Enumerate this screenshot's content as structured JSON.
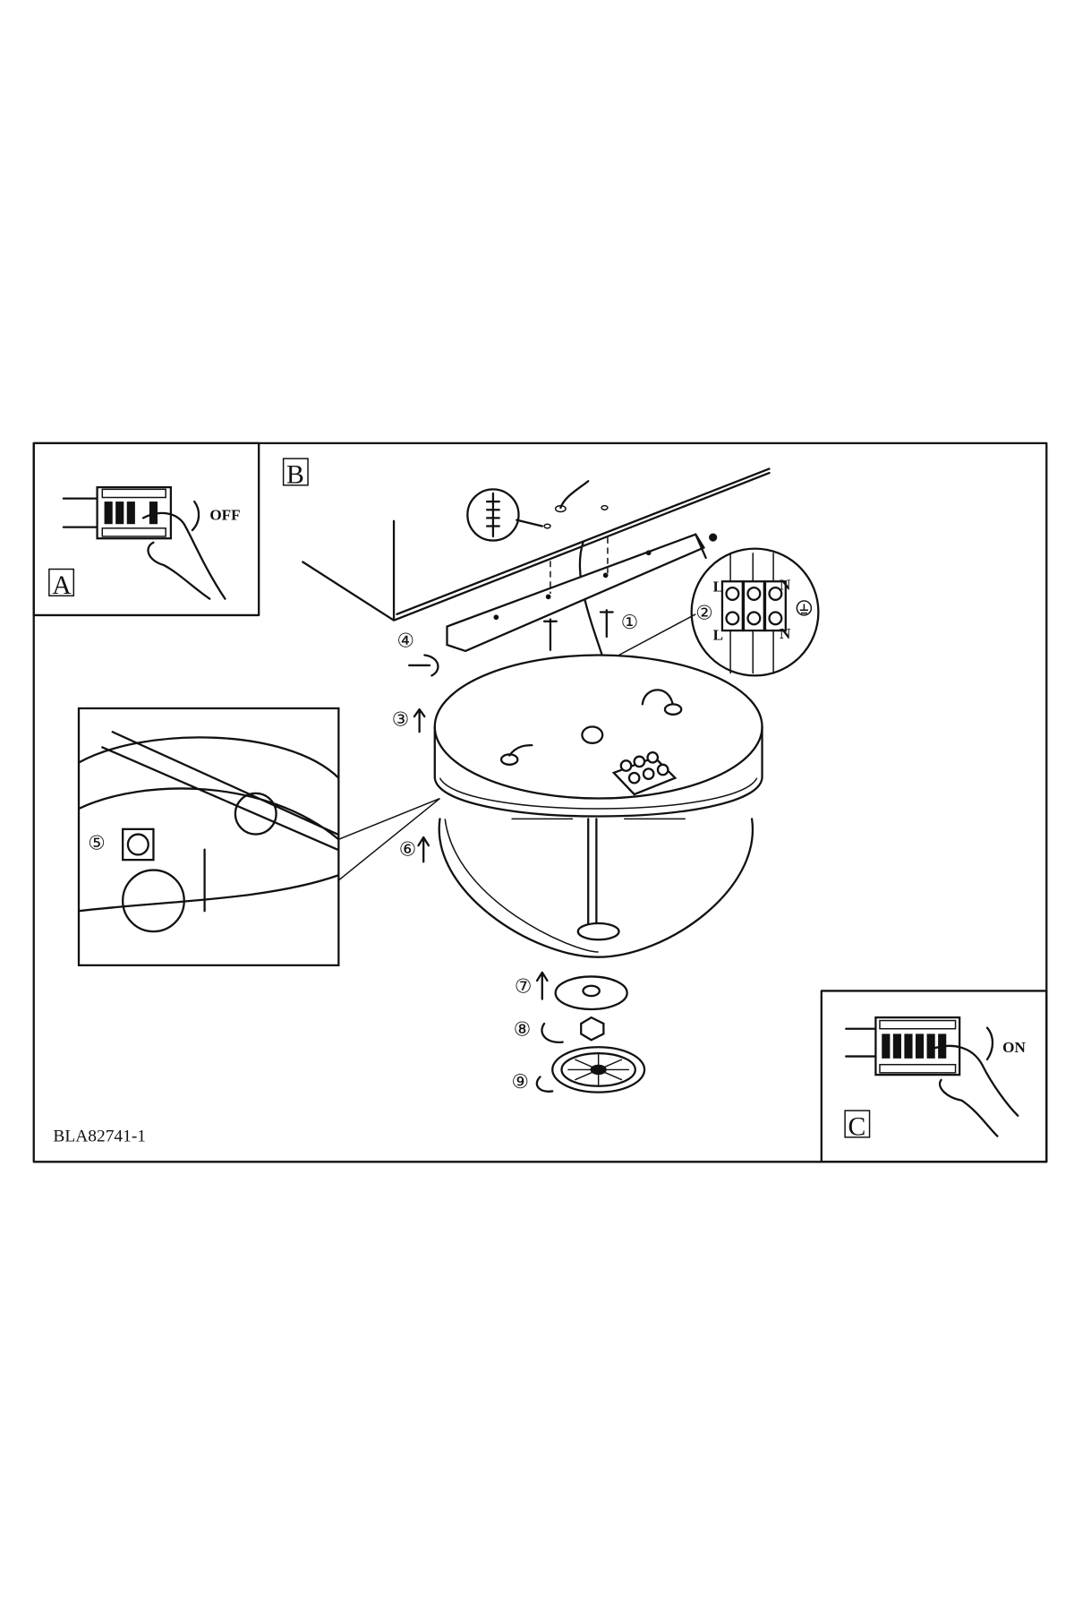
{
  "panels": {
    "a": {
      "label": "A",
      "switch_text": "OFF"
    },
    "b": {
      "label": "B"
    },
    "c": {
      "label": "C",
      "switch_text": "ON"
    }
  },
  "steps": [
    "①",
    "②",
    "③",
    "④",
    "⑤",
    "⑥",
    "⑦",
    "⑧",
    "⑨"
  ],
  "terminal": {
    "live": "L",
    "neutral": "N"
  },
  "document_code": "BLA82741-1"
}
